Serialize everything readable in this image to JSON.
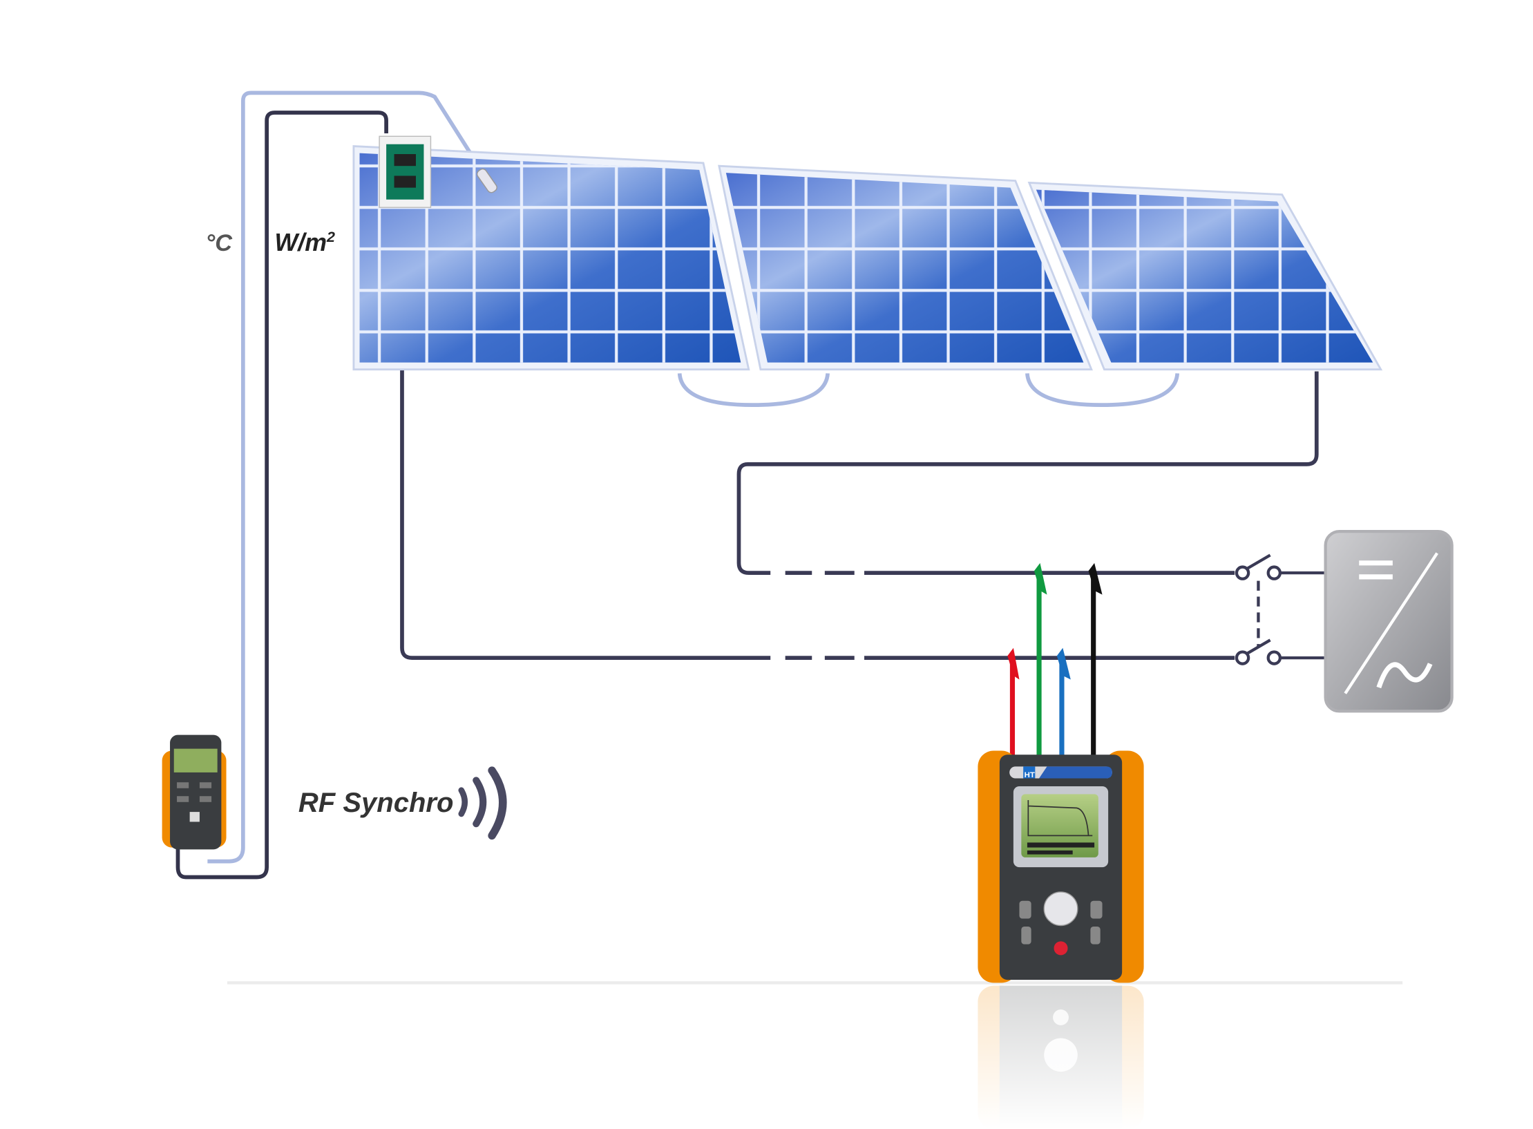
{
  "labels": {
    "temperature_unit": "°C",
    "irradiance_unit": "W/m",
    "irradiance_exponent": "2",
    "rf_link": "RF Synchro",
    "brand_logo": "HT"
  },
  "colors": {
    "cable_dark": "#3a3a55",
    "cable_light": "#a9b8e0",
    "probe_red": "#e01020",
    "probe_green": "#109a40",
    "probe_blue": "#1a70c0",
    "probe_black": "#111111",
    "meter_orange": "#f08a00",
    "panel_blue": "#2f5fc0"
  }
}
